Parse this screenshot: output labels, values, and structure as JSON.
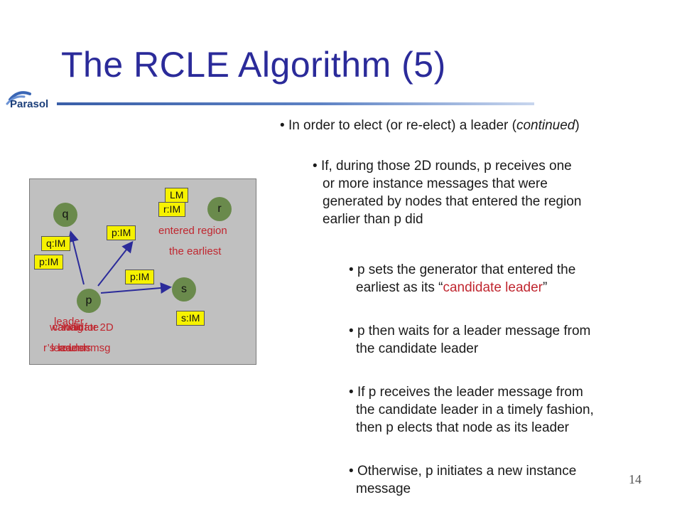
{
  "title": "The RCLE Algorithm (5)",
  "logo": {
    "text": "Parasol"
  },
  "page_number": "14",
  "bullets": {
    "l1": {
      "pre": "In order to elect (or re-elect) a leader (",
      "em": "continued",
      "post": ")"
    },
    "l2": [
      "If, during those 2D rounds, p receives one",
      "or more instance messages that were",
      "generated by nodes that entered the region",
      "earlier than p did"
    ],
    "l3a": {
      "line1": "p sets the generator that entered the",
      "line2_pre": "earliest as its “",
      "line2_red": "candidate leader",
      "line2_post": "”"
    },
    "l3b": [
      "p then waits for a leader message from",
      "the candidate leader"
    ],
    "l3c": [
      "If p receives the leader message from",
      "the candidate leader in a timely fashion,",
      "then p elects that node as its leader"
    ],
    "l3d": [
      "Otherwise, p initiates a new instance",
      "message"
    ]
  },
  "diagram": {
    "nodes": {
      "q": "q",
      "r": "r",
      "p": "p",
      "s": "s"
    },
    "tags": {
      "lm": "LM",
      "r_im": "r:IM",
      "q_im": "q:IM",
      "p_im_left": "p:IM",
      "p_im_top": "p:IM",
      "p_im_mid": "p:IM",
      "s_im": "s:IM"
    },
    "labels": {
      "entered_region": "entered region",
      "the_earliest": "the earliest",
      "overlap1": [
        "leader",
        "waiting",
        "candidate",
        "wait for 2D"
      ],
      "overlap2": [
        "r’s leader msg",
        "rounds",
        "leader=r"
      ]
    },
    "colors": {
      "node": "#6a8a4c",
      "tag": "#f6f200",
      "panel": "#c0c0c0",
      "arrow": "#2b2b9a",
      "accent": "#c0262f"
    }
  }
}
